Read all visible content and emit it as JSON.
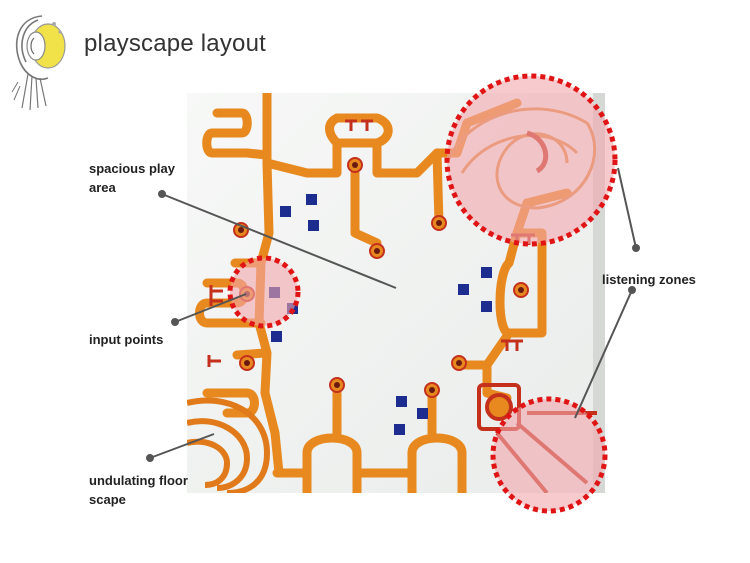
{
  "header": {
    "title": "playscape layout"
  },
  "labels": {
    "spacious_play_area": [
      "spacious play",
      "area"
    ],
    "input_points": "input points",
    "undulating_floor": [
      "undulating floor",
      "scape"
    ],
    "listening_zones": "listening zones"
  },
  "colors": {
    "track_orange": "#e8891f",
    "track_red": "#c4301c",
    "square_blue": "#1d2d8f",
    "zone_pink": "#f2a7ad",
    "zone_dash_red": "#e01414",
    "leader_gray": "#555555",
    "logo_yellow": "#f2e24a"
  }
}
